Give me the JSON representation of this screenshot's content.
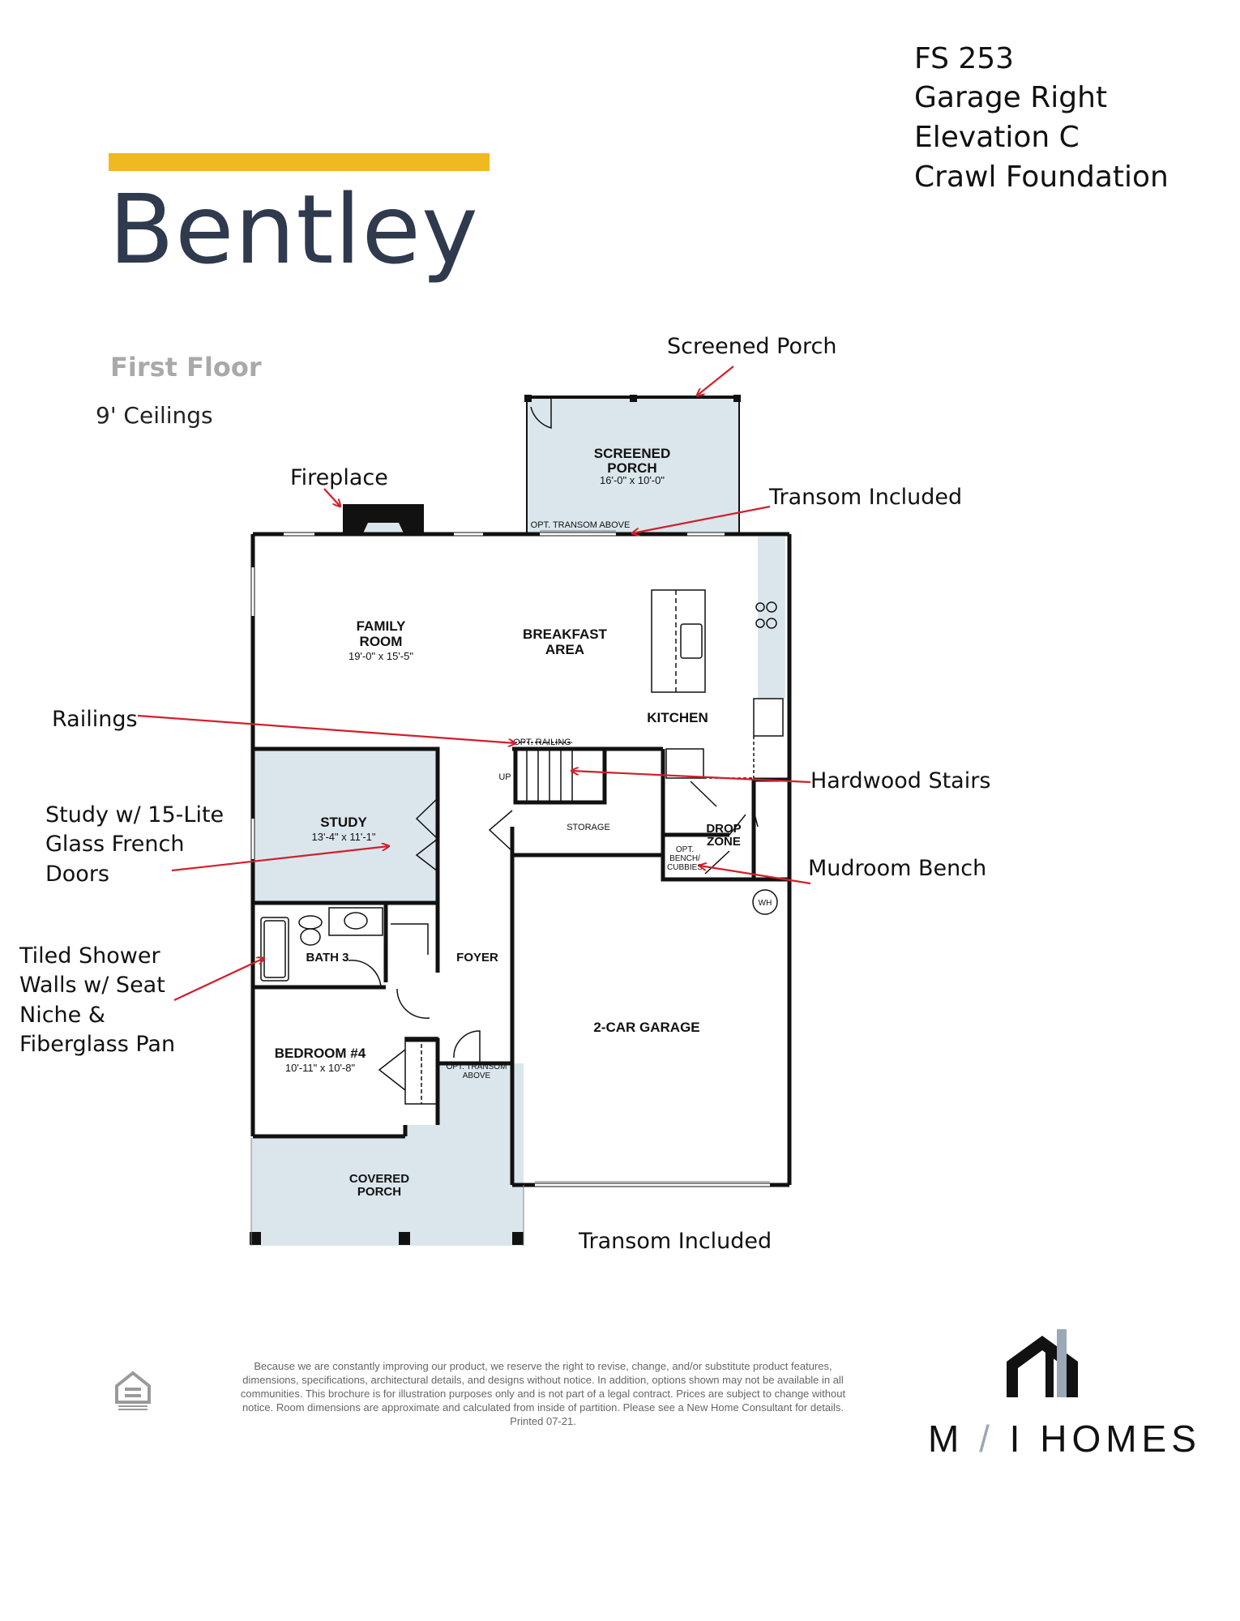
{
  "header": {
    "title": "Bentley",
    "accent_color": "#f0b922",
    "floor": "First Floor",
    "ceilings": "9' Ceilings"
  },
  "specs": [
    "FS 253",
    "Garage Right",
    "Elevation C",
    "Crawl Foundation"
  ],
  "callouts": {
    "screened_porch": "Screened Porch",
    "fireplace": "Fireplace",
    "transom_top": "Transom Included",
    "railings": "Railings",
    "hardwood_stairs": "Hardwood Stairs",
    "study_doors": [
      "Study w/ 15-Lite",
      "Glass French",
      "Doors"
    ],
    "mudroom_bench": "Mudroom Bench",
    "shower": [
      "Tiled Shower",
      "Walls w/ Seat",
      "Niche &",
      "Fiberglass Pan"
    ],
    "transom_bottom": "Transom Included"
  },
  "plan": {
    "screened_porch": [
      "SCREENED",
      "PORCH",
      "16'-0\" x 10'-0\""
    ],
    "opt_transom_above": "OPT. TRANSOM ABOVE",
    "family_room": [
      "FAMILY",
      "ROOM",
      "19'-0\" x 15'-5\""
    ],
    "breakfast_area": [
      "BREAKFAST",
      "AREA"
    ],
    "kitchen": "KITCHEN",
    "opt_railing": "OPT. RAILING",
    "up": "UP",
    "storage": "STORAGE",
    "drop_zone": [
      "DROP",
      "ZONE"
    ],
    "opt_bench": [
      "OPT.",
      "BENCH/",
      "CUBBIES"
    ],
    "wh": "WH",
    "study": [
      "STUDY",
      "13'-4\" x 11'-1\""
    ],
    "bath_3": "BATH 3",
    "foyer": "FOYER",
    "garage": "2-CAR GARAGE",
    "bedroom": [
      "BEDROOM #4",
      "10'-11\" x 10'-8\""
    ],
    "opt_transom_front": [
      "OPT. TRANSOM",
      "ABOVE"
    ],
    "covered_porch": [
      "COVERED",
      "PORCH"
    ]
  },
  "footer": {
    "disclaimer": "Because we are constantly improving our product, we reserve the right to revise, change, and/or substitute product features, dimensions, specifications, architectural details, and designs without notice. In addition, options shown may not be available in all communities. This brochure is for illustration purposes only and is not part of a legal contract. Prices are subject to change without notice. Room dimensions are approximate and calculated from inside of partition. Please see a New Home Consultant for details. Printed 07-21.",
    "brand_left": "M",
    "brand_slash": "/",
    "brand_right": "I HOMES",
    "logo_color": "#111111",
    "logo_accent": "#9aa8b8"
  },
  "colors": {
    "room_fill": "#dbe6ec",
    "arrow": "#d11f2a"
  }
}
